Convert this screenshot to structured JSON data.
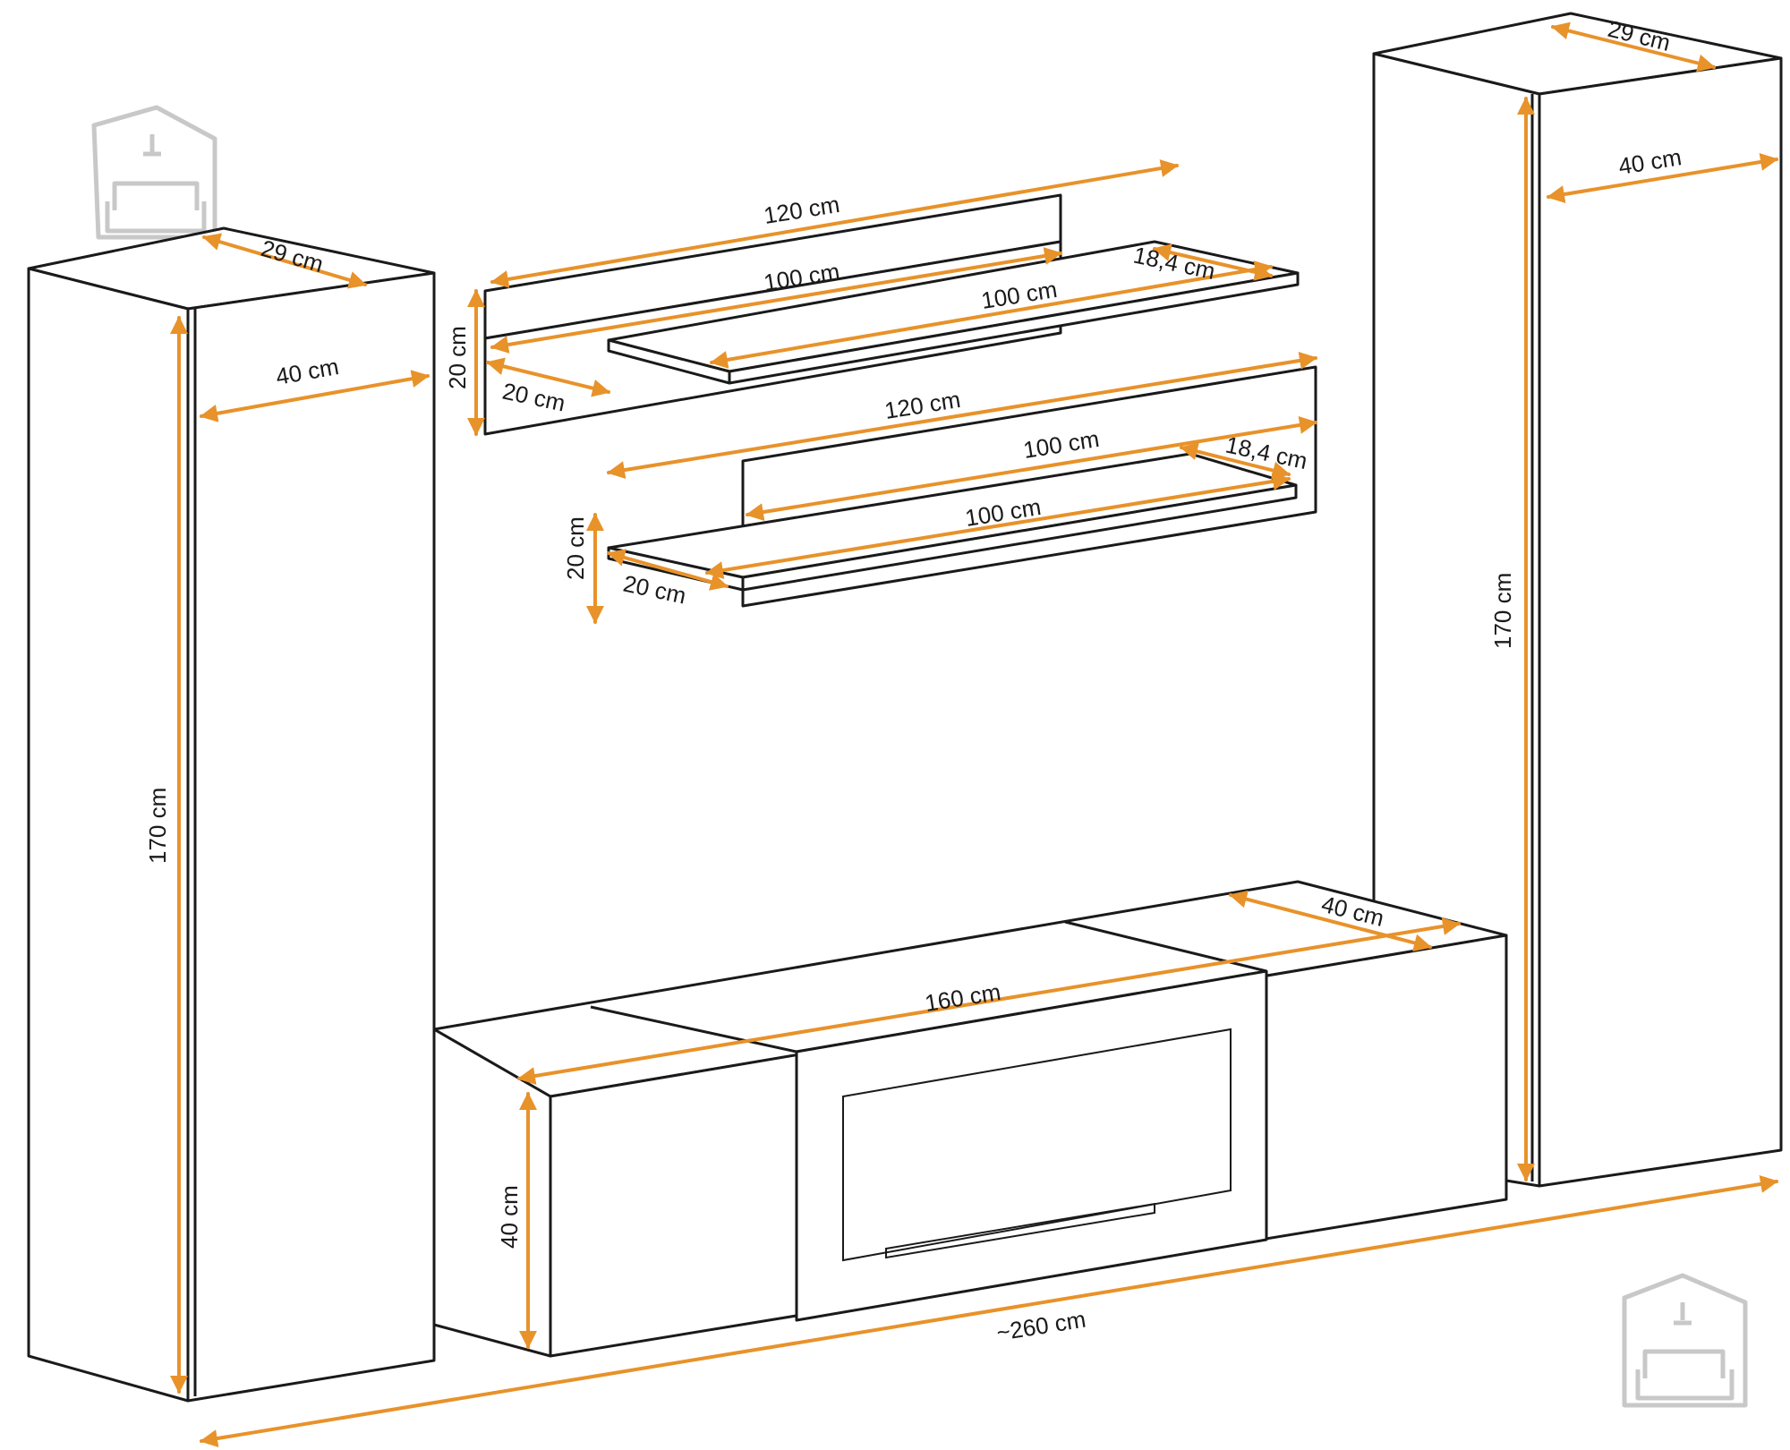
{
  "colors": {
    "line": "#1a1a1a",
    "dimension": "#e8922a",
    "watermark": "#c8c8c8"
  },
  "icons": {
    "watermark": "house-sofa-logo"
  },
  "dimensions": {
    "left_cabinet": {
      "depth": "29 cm",
      "width": "40 cm",
      "height": "170 cm"
    },
    "right_cabinet": {
      "depth": "29 cm",
      "width": "40 cm",
      "height": "170 cm"
    },
    "upper_shelf": {
      "panel_width": "120 cm",
      "shelf_width": "100 cm",
      "shelf_width_2": "100 cm",
      "shelf_depth": "18,4 cm",
      "panel_height": "20 cm",
      "panel_depth": "20 cm"
    },
    "lower_shelf": {
      "panel_width": "120 cm",
      "shelf_width": "100 cm",
      "shelf_width_2": "100 cm",
      "shelf_depth": "18,4 cm",
      "panel_height": "20 cm",
      "panel_depth": "20 cm"
    },
    "tv_unit": {
      "width": "160 cm",
      "depth": "40 cm",
      "height": "40 cm"
    },
    "total_width": "~260 cm"
  }
}
